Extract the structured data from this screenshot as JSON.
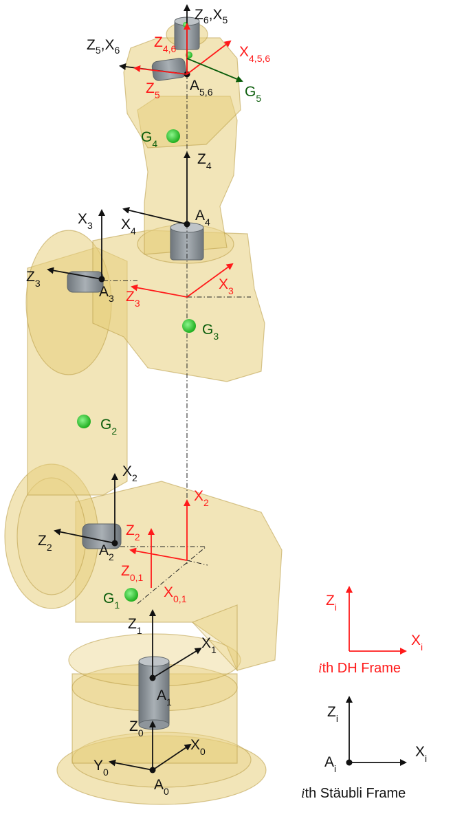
{
  "colors": {
    "robot_body": "#e8cf7e",
    "robot_edge": "#b89a44",
    "actuator": "#8e959b",
    "staubli_frame": "#111111",
    "dh_frame": "#ff1a1a",
    "com": "#2fd02f",
    "com_label": "#0a5c0a"
  },
  "labels": {
    "z6": "Z",
    "z6_sub": "6",
    "x5": "X",
    "x5_sub": "5",
    "z5": "Z",
    "z5_sub": "5",
    "x6": "X",
    "x6_sub": "6",
    "z456": "Z",
    "z456_sub": "4,6",
    "x456": "X",
    "x456_sub": "4,5,6",
    "z5r": "Z",
    "z5r_sub": "5",
    "a56": "A",
    "a56_sub": "5,6",
    "g5": "G",
    "g5_sub": "5",
    "g4": "G",
    "g4_sub": "4",
    "z4": "Z",
    "z4_sub": "4",
    "x3": "X",
    "x3_sub": "3",
    "x4": "X",
    "x4_sub": "4",
    "a4": "A",
    "a4_sub": "4",
    "z3": "Z",
    "z3_sub": "3",
    "a3": "A",
    "a3_sub": "3",
    "z3r": "Z",
    "z3r_sub": "3",
    "x3r": "X",
    "x3r_sub": "3",
    "g3": "G",
    "g3_sub": "3",
    "g2": "G",
    "g2_sub": "2",
    "x2": "X",
    "x2_sub": "2",
    "x2r": "X",
    "x2r_sub": "2",
    "z2": "Z",
    "z2_sub": "2",
    "z2r": "Z",
    "z2r_sub": "2",
    "a2": "A",
    "a2_sub": "2",
    "z01": "Z",
    "z01_sub": "0,1",
    "x01": "X",
    "x01_sub": "0,1",
    "g1": "G",
    "g1_sub": "1",
    "z1": "Z",
    "z1_sub": "1",
    "x1": "X",
    "x1_sub": "1",
    "a1": "A",
    "a1_sub": "1",
    "z0": "Z",
    "z0_sub": "0",
    "x0": "X",
    "x0_sub": "0",
    "y0": "Y",
    "y0_sub": "0",
    "a0": "A",
    "a0_sub": "0"
  },
  "legend": {
    "dh_z": "Z",
    "dh_z_sub": "i",
    "dh_x": "X",
    "dh_x_sub": "i",
    "dh_caption_i": "i",
    "dh_caption": "th DH Frame",
    "st_z": "Z",
    "st_z_sub": "i",
    "st_x": "X",
    "st_x_sub": "i",
    "st_a": "A",
    "st_a_sub": "i",
    "st_caption_i": "i",
    "st_caption": "th Stäubli Frame"
  }
}
